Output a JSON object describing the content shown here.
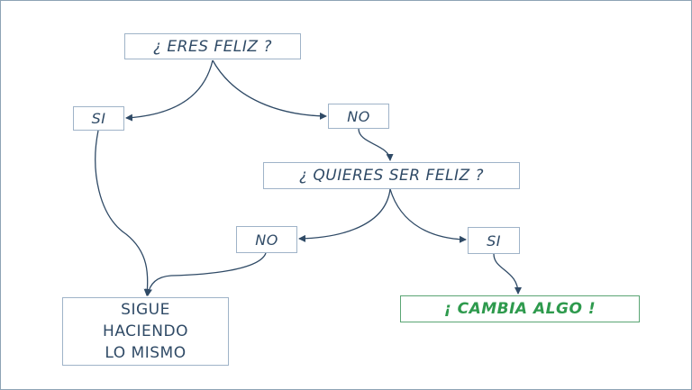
{
  "diagram": {
    "nodes": {
      "q1": "¿ ERES FELIZ ?",
      "si1": "SI",
      "no1": "NO",
      "q2": "¿  QUIERES SER FELIZ ?",
      "no2": "NO",
      "si2": "SI",
      "same": "SIGUE\nHACIENDO\nLO MISMO",
      "change": "¡ CAMBIA ALGO !"
    },
    "edges": [
      {
        "from": "q1",
        "to": "si1"
      },
      {
        "from": "q1",
        "to": "no1"
      },
      {
        "from": "no1",
        "to": "q2"
      },
      {
        "from": "q2",
        "to": "no2"
      },
      {
        "from": "q2",
        "to": "si2"
      },
      {
        "from": "si1",
        "to": "same"
      },
      {
        "from": "no2",
        "to": "same"
      },
      {
        "from": "si2",
        "to": "change"
      }
    ],
    "colors": {
      "text": "#2f4a66",
      "box_border": "#9fb3c8",
      "edge": "#2f4a66",
      "highlight": "#2e9a4d",
      "frame": "#8ea3b5"
    }
  }
}
